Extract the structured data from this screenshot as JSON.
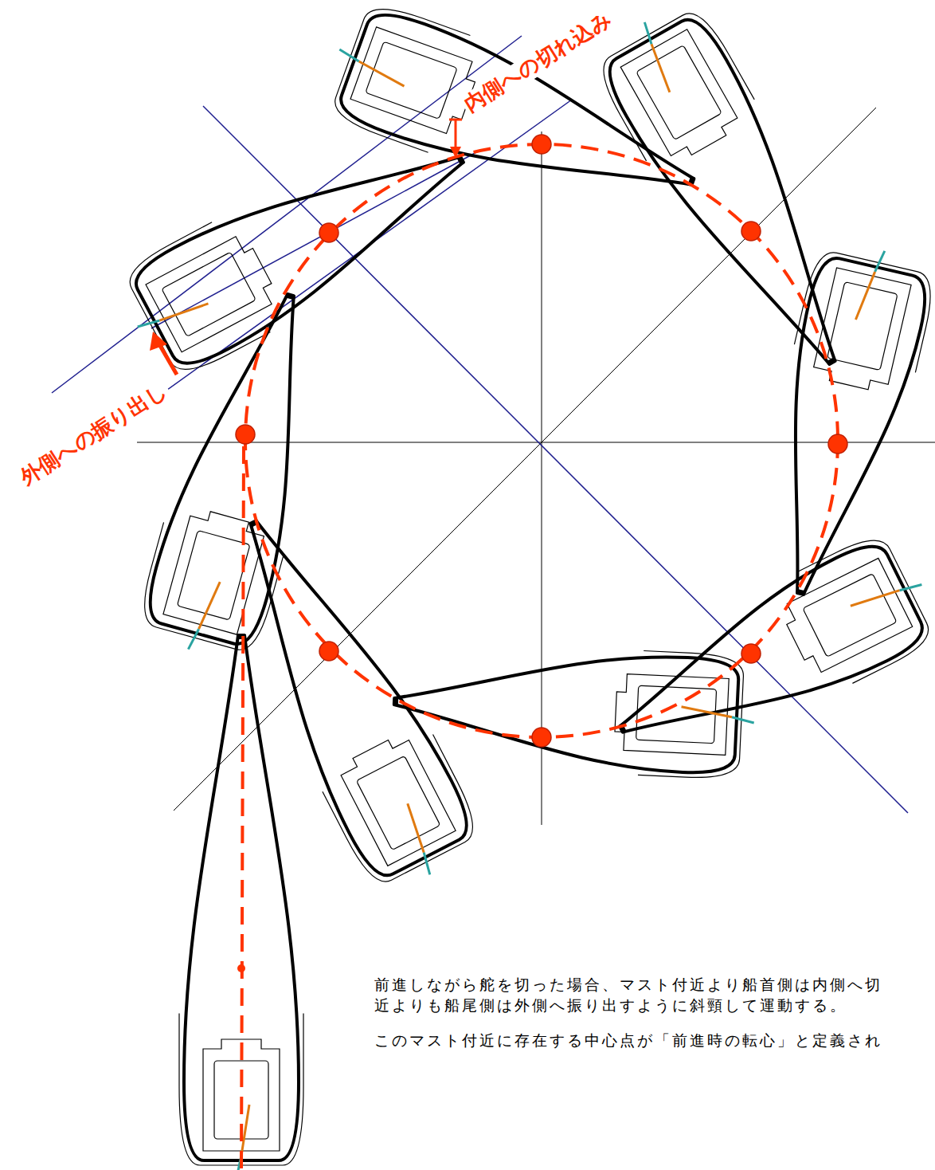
{
  "diagram": {
    "labels": [
      "内側への切れ込み",
      "外側への振り出し",
      "前進しながら舵を切った場合、マスト付近より船首側は内側へ切",
      "近よりも船尾側は外側へ振り出すように斜頸して運動する。",
      "このマスト付近に存在する中心点が「前進時の転心」と定義され"
    ]
  }
}
